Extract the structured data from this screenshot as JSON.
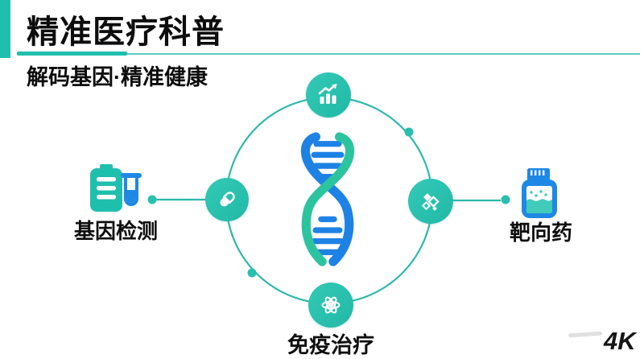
{
  "slide": {
    "title": "精准医疗科普",
    "subtitle": "解码基因·精准健康",
    "watermark": "4K"
  },
  "diagram": {
    "center_icon": "dna-double-helix",
    "ring": {
      "shape": "circle",
      "style": "thin-teal-outline",
      "dots_on_ring": 2
    },
    "nodes": [
      {
        "id": "trend",
        "position": "top",
        "icon": "trend-chart-icon",
        "label": ""
      },
      {
        "id": "gene-testing",
        "position": "left",
        "icon": "capsule-icon",
        "label": "基因检测",
        "side_icons": [
          "clipboard-icon",
          "test-tube-icon"
        ]
      },
      {
        "id": "targeted-drug",
        "position": "right",
        "icon": "molecule-diamonds-icon",
        "label": "靶向药",
        "side_icons": [
          "medicine-bottle-icon"
        ]
      },
      {
        "id": "immunotherapy",
        "position": "bottom",
        "icon": "atom-icon",
        "label": "免疫治疗"
      }
    ]
  },
  "colors": {
    "teal_accent": "#1FBFAD",
    "node_teal": "#28C1AE",
    "blue": "#1E88E5",
    "dna_teal": "#2CC49E",
    "ink": "#0d0d0d",
    "background": "#ffffff"
  }
}
